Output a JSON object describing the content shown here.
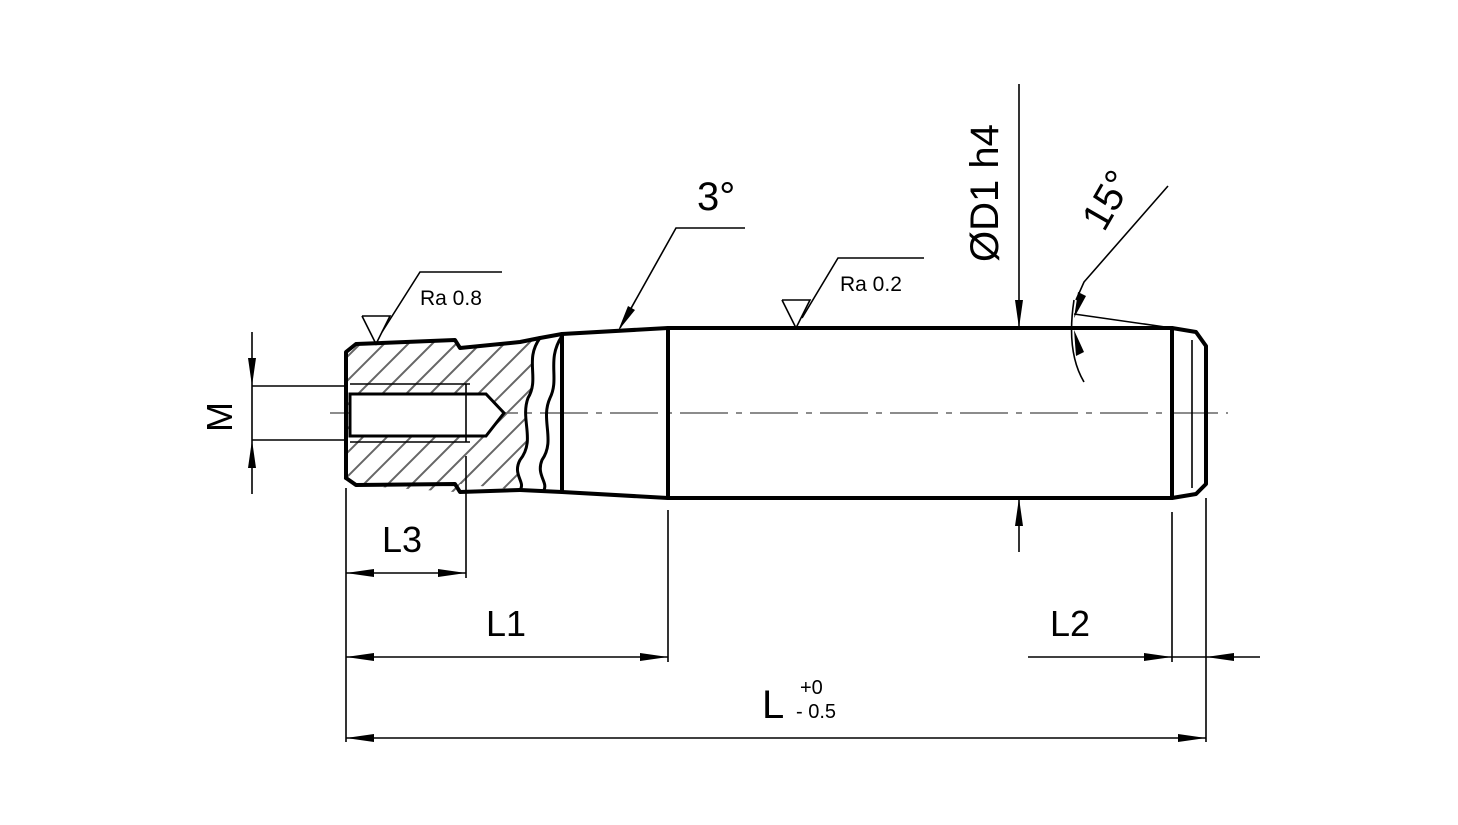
{
  "labels": {
    "angle_taper": "3°",
    "angle_chamfer": "15°",
    "diameter": "ØD1 h4",
    "roughness_thread": "Ra 0.8",
    "roughness_body": "Ra 0.2",
    "thread_size": "M",
    "length_thread": "L3",
    "length_taper": "L1",
    "length_chamfer": "L2",
    "length_total": "L",
    "tol_upper": "+0",
    "tol_lower": "- 0.5"
  },
  "colors": {
    "line": "#000000",
    "hatch": "#666666",
    "background": "#ffffff"
  }
}
